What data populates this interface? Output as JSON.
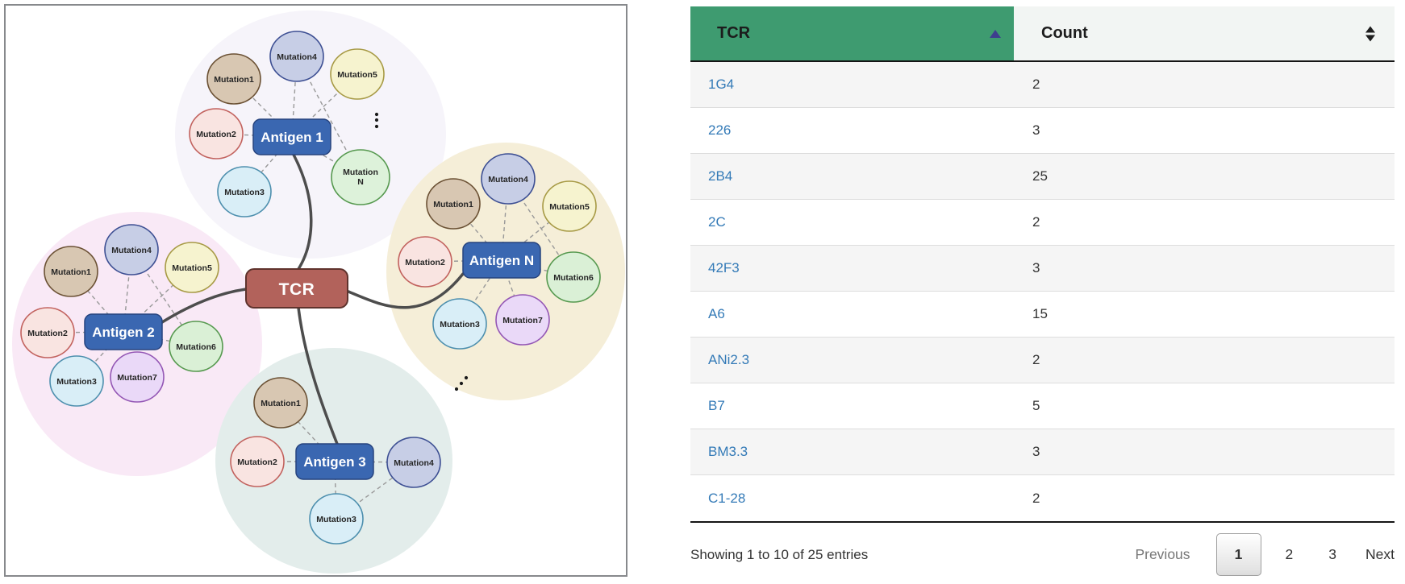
{
  "diagram": {
    "center": {
      "label": "TCR"
    },
    "clusters": [
      {
        "antigen": "Antigen 1",
        "mutations": [
          "Mutation1",
          "Mutation2",
          "Mutation3",
          "Mutation4",
          "Mutation5"
        ],
        "mutation_n": [
          "Mutation",
          "N"
        ]
      },
      {
        "antigen": "Antigen 2",
        "mutations": [
          "Mutation1",
          "Mutation2",
          "Mutation3",
          "Mutation4",
          "Mutation5",
          "Mutation6",
          "Mutation7"
        ]
      },
      {
        "antigen": "Antigen N",
        "mutations": [
          "Mutation1",
          "Mutation2",
          "Mutation3",
          "Mutation4",
          "Mutation5",
          "Mutation6",
          "Mutation7"
        ]
      },
      {
        "antigen": "Antigen 3",
        "mutations": [
          "Mutation1",
          "Mutation2",
          "Mutation3",
          "Mutation4"
        ]
      }
    ]
  },
  "table": {
    "header": [
      {
        "label": "TCR",
        "sort": "ascending"
      },
      {
        "label": "Count",
        "sort": "unsorted"
      }
    ],
    "rows": [
      {
        "tcr": "1G4",
        "count": 2
      },
      {
        "tcr": "226",
        "count": 3
      },
      {
        "tcr": "2B4",
        "count": 25
      },
      {
        "tcr": "2C",
        "count": 2
      },
      {
        "tcr": "42F3",
        "count": 3
      },
      {
        "tcr": "A6",
        "count": 15
      },
      {
        "tcr": "ANi2.3",
        "count": 2
      },
      {
        "tcr": "B7",
        "count": 5
      },
      {
        "tcr": "BM3.3",
        "count": 3
      },
      {
        "tcr": "C1-28",
        "count": 2
      }
    ],
    "info": "Showing 1 to 10 of 25 entries",
    "pagination": {
      "previous": "Previous",
      "pages": [
        "1",
        "2",
        "3"
      ],
      "current_page": "1",
      "next": "Next"
    }
  },
  "colors": {
    "header_green": "#3e9b70",
    "header_count_bg": "#f2f5f3",
    "link_blue": "#337ab7",
    "antigen_blue": "#3a67b1",
    "tcr_red": "#b2625b",
    "mutation1_tan": "#d8c7b2",
    "mutation2_pink": "#f9e4e1",
    "mutation3_cyan": "#d9eef7",
    "mutation4_lavender": "#c7cee6",
    "mutation5_yellow": "#f6f3cf",
    "mutation6_green": "#daf0d6",
    "mutation7_violet": "#ead9f8",
    "mutation_n_green": "#ddf2da",
    "cluster_top_bg": "#f6f4fa",
    "cluster_left_bg": "#f9e9f6",
    "cluster_right_bg": "#f5eed8",
    "cluster_bottom_bg": "#e3edeb"
  }
}
